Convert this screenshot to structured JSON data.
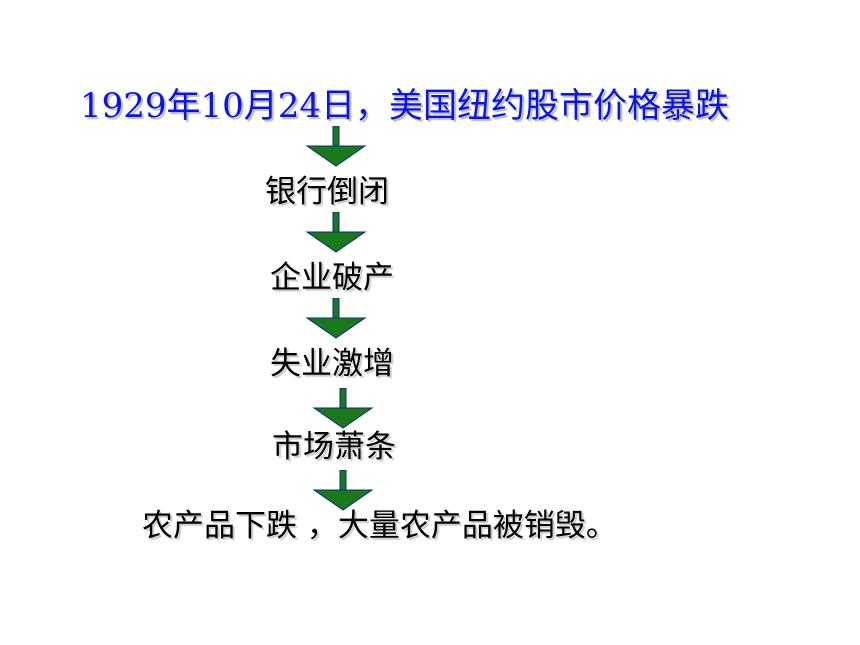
{
  "diagram": {
    "title": "1929年10月24日，美国纽约股市价格暴跌",
    "steps": [
      "银行倒闭",
      "企业破产",
      "失业激增",
      "市场萧条",
      "农产品下跌 ，大量农产品被销毁。"
    ],
    "colors": {
      "title": "#0a14e6",
      "arrow_fill": "#1a7a1a",
      "arrow_stroke": "#0a2a8c",
      "text": "#000000"
    }
  }
}
